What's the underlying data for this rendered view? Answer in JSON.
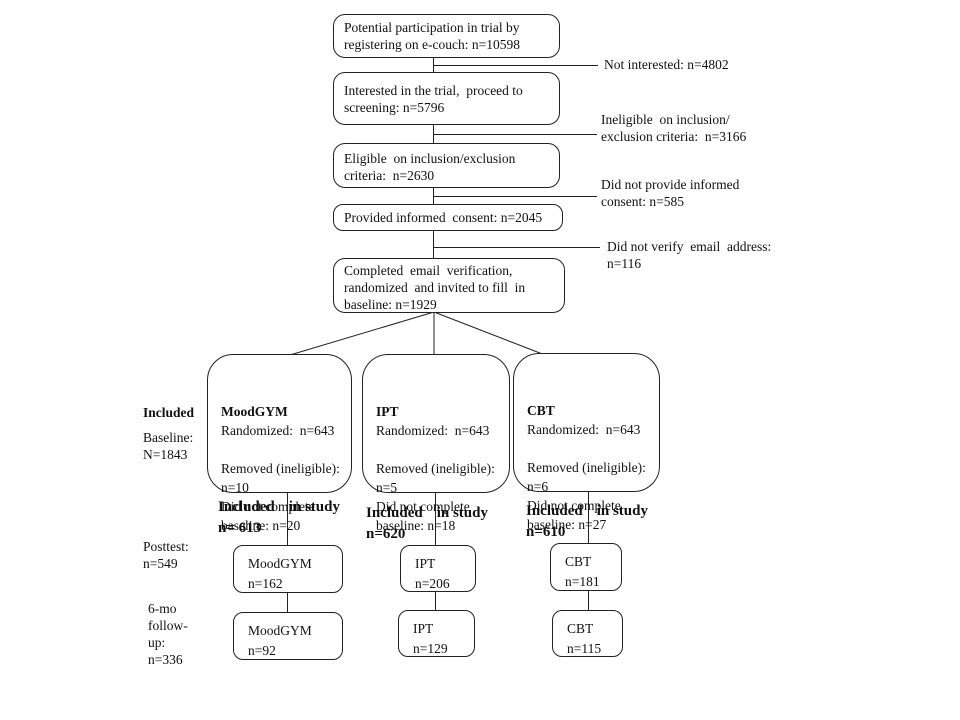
{
  "diagram": {
    "top_boxes": [
      {
        "lines": [
          "Potential participation in trial by",
          "registering on e-couch: n=10598"
        ]
      },
      {
        "lines": [
          "Interested in the trial,  proceed to",
          "screening: n=5796"
        ]
      },
      {
        "lines": [
          "Eligible  on inclusion/exclusion",
          "criteria:  n=2630"
        ]
      },
      {
        "lines": [
          "Provided informed  consent: n=2045"
        ]
      },
      {
        "lines": [
          "Completed  email  verification,",
          "randomized  and invited to fill  in",
          "baseline: n=1929"
        ]
      }
    ],
    "exclusions": [
      {
        "lines": [
          "Not interested: n=4802"
        ]
      },
      {
        "lines": [
          "Ineligible  on inclusion/",
          "exclusion criteria:  n=3166"
        ]
      },
      {
        "lines": [
          "Did not provide informed",
          "consent: n=585"
        ]
      },
      {
        "lines": [
          "Did not verify  email  address:",
          "n=116"
        ]
      }
    ],
    "arms": [
      {
        "title": "MoodGYM",
        "details": [
          "Randomized:  n=643",
          "",
          "Removed (ineligible):",
          "n=10",
          "Did not complete",
          "baseline: n=20"
        ],
        "included": {
          "part1": "Included",
          "part2": "in study",
          "line2": "n= 613"
        },
        "posttest": [
          "MoodGYM",
          "n=162"
        ],
        "followup": [
          "MoodGYM",
          "n=92"
        ]
      },
      {
        "title": "IPT",
        "details": [
          "Randomized:  n=643",
          "",
          "Removed (ineligible):",
          "n=5",
          "Did not complete",
          "baseline: n=18"
        ],
        "included": {
          "part1": "Included",
          "part2": "in study",
          "line2": "n=620"
        },
        "posttest": [
          "IPT",
          "n=206"
        ],
        "followup": [
          "IPT",
          "n=129"
        ]
      },
      {
        "title": "CBT",
        "details": [
          "Randomized:  n=643",
          "",
          "Removed (ineligible):",
          "n=6",
          "Did not complete",
          "baseline: n=27"
        ],
        "included": {
          "part1": "Included",
          "part2": "in study",
          "line2": "n=610"
        },
        "posttest": [
          "CBT",
          "n=181"
        ],
        "followup": [
          "CBT",
          "n=115"
        ]
      }
    ],
    "left_labels": {
      "included": "Included",
      "baseline": [
        "Baseline:",
        "N=1843"
      ],
      "posttest": [
        "Posttest:",
        "n=549"
      ],
      "followup": [
        "6-mo",
        "follow-",
        "up:",
        "n=336"
      ]
    },
    "colors": {
      "line": "#222222",
      "text": "#111111",
      "background": "#ffffff"
    }
  }
}
